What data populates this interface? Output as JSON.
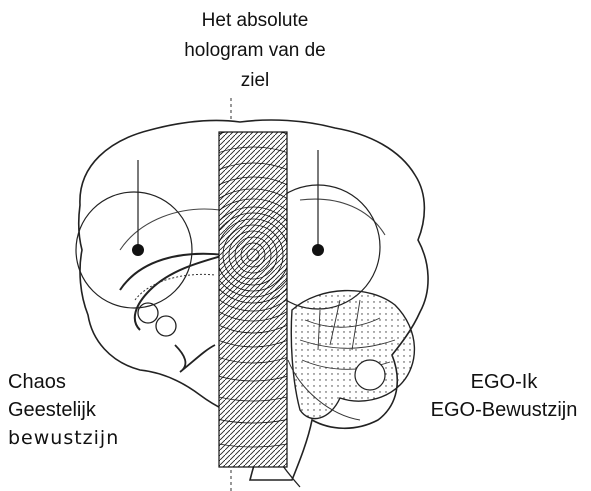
{
  "title": {
    "line1": "Het absolute",
    "line2": "hologram van de",
    "line3": "ziel"
  },
  "left_label": {
    "line1": "Chaos",
    "line2": "Geestelijk",
    "line3": "bewustzijn"
  },
  "right_label": {
    "line1": "EGO-Ik",
    "line2": "EGO-Bewustzijn"
  }
}
